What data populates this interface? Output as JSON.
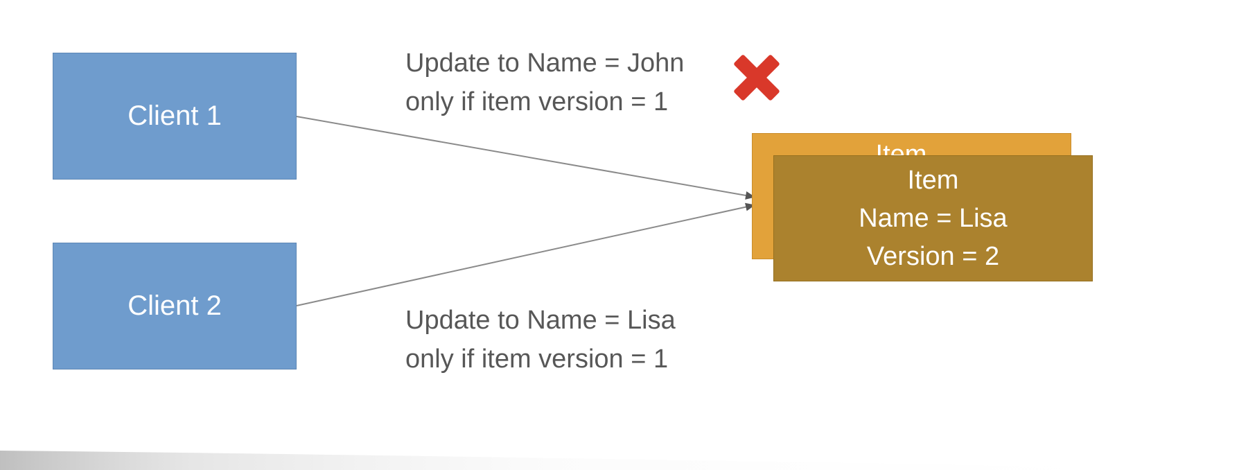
{
  "clients": [
    {
      "label": "Client 1"
    },
    {
      "label": "Client 2"
    }
  ],
  "annotations": {
    "client1": {
      "line1": "Update to Name = John",
      "line2": "only if item version = 1"
    },
    "client2": {
      "line1": "Update to Name = Lisa",
      "line2": "only if item version = 1"
    }
  },
  "item_back": {
    "label": "Item"
  },
  "item_front": {
    "title": "Item",
    "name_line": "Name = Lisa",
    "version_line": "Version = 2"
  },
  "colors": {
    "client_fill": "#6f9ccd",
    "item_back_fill": "#e2a23a",
    "item_front_fill": "#ab822e",
    "cross": "#d9382a",
    "text": "#575757"
  },
  "icons": {
    "rejected": "cross-icon"
  }
}
